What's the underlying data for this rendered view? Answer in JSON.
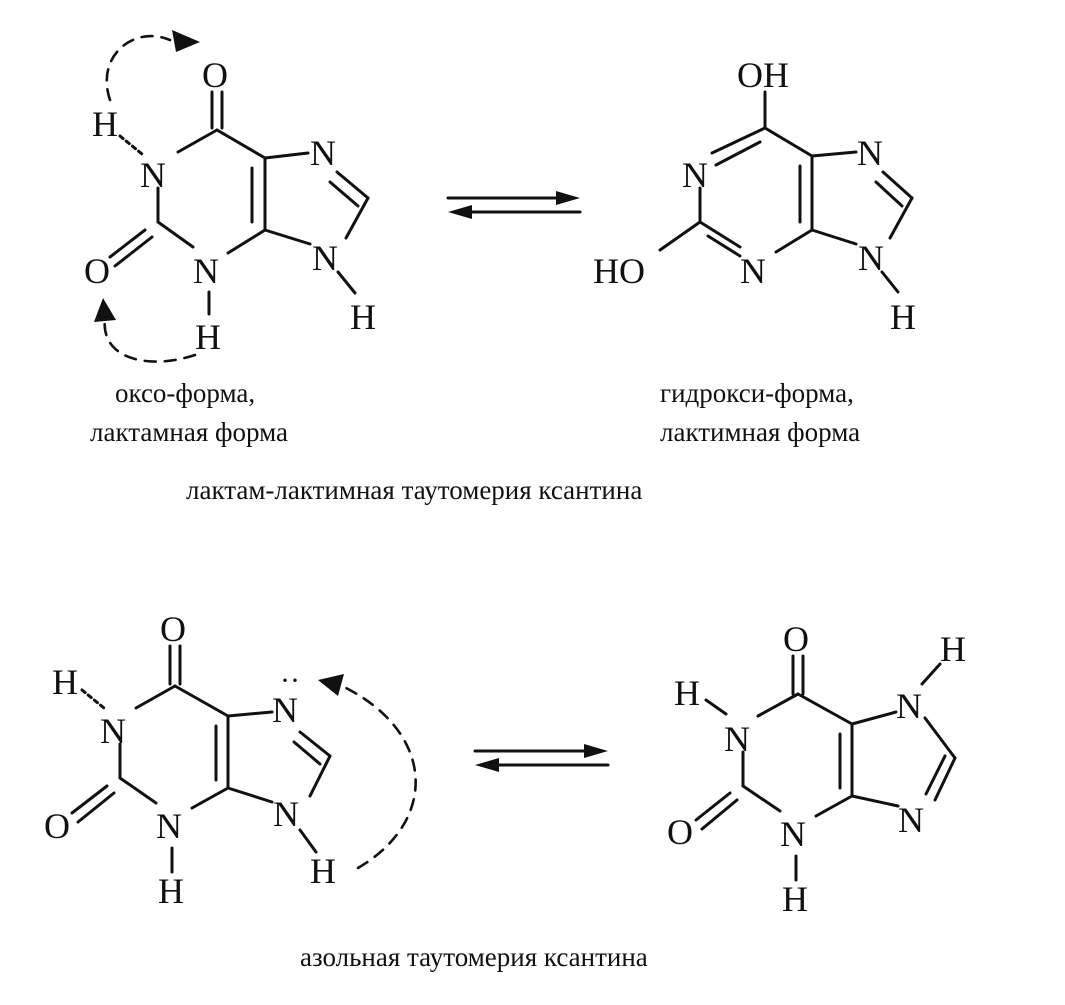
{
  "lactam_lactim": {
    "oxo": {
      "atoms": {
        "o6": "O",
        "h1": "H",
        "n1": "N",
        "n7": "N",
        "o2": "O",
        "n3": "N",
        "n9": "N",
        "h3": "H",
        "h9": "H"
      }
    },
    "hydroxy": {
      "atoms": {
        "oh6": "OH",
        "n1": "N",
        "n7": "N",
        "ho2": "HO",
        "n3": "N",
        "n9": "N",
        "h9": "H"
      }
    },
    "caption_left_line1": "оксо-форма,",
    "caption_left_line2": "лактамная форма",
    "caption_right_line1": "гидрокси-форма,",
    "caption_right_line2": "лактимная форма",
    "title": "лактам-лактимная таутомерия ксантина"
  },
  "azole": {
    "left": {
      "atoms": {
        "o6": "O",
        "h1": "H",
        "n1": "N",
        "n7": "N",
        "lone_pair": "··",
        "o2": "O",
        "n3": "N",
        "n9": "N",
        "h3": "H",
        "h9": "H"
      }
    },
    "right": {
      "atoms": {
        "o6": "O",
        "h1": "H",
        "n1": "N",
        "h7": "H",
        "n7": "N",
        "o2": "O",
        "n3": "N",
        "n9": "N",
        "h3": "H"
      }
    },
    "title": "азольная таутомерия ксантина"
  },
  "colors": {
    "ink": "#111111",
    "background": "#ffffff"
  }
}
